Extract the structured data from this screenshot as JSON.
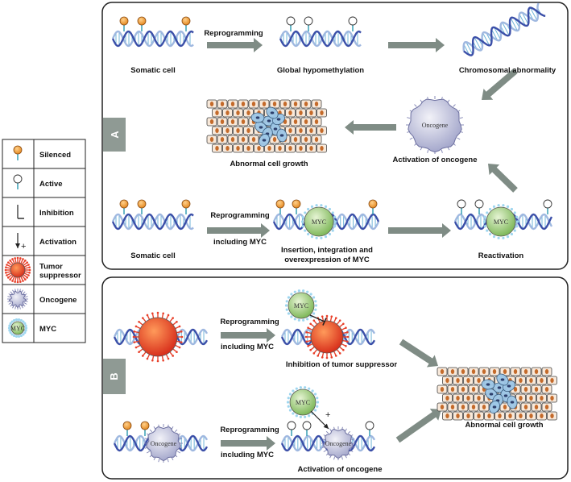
{
  "legend": {
    "items": [
      {
        "icon": "silenced-marker-icon",
        "label": "Silenced"
      },
      {
        "icon": "active-marker-icon",
        "label": "Active"
      },
      {
        "icon": "inhibition-icon",
        "label": "Inhibition"
      },
      {
        "icon": "activation-icon",
        "label": "Activation"
      },
      {
        "icon": "tumor-suppressor-icon",
        "label": "Tumor\nsuppressor"
      },
      {
        "icon": "oncogene-icon",
        "label": "Oncogene"
      },
      {
        "icon": "myc-icon",
        "label": "MYC"
      }
    ],
    "myc_icon_text": "MYC"
  },
  "panel_a": {
    "letter": "A",
    "row1": {
      "somatic": "Somatic cell",
      "reprogramming": "Reprogramming",
      "hypomethylation": "Global hypomethylation",
      "chromosomal": "Chromosomal abnormality"
    },
    "row2": {
      "abnormal": "Abnormal cell growth",
      "activation": "Activation of oncogene",
      "oncogene_text": "Oncogene"
    },
    "row3": {
      "somatic": "Somatic cell",
      "reprogramming_l1": "Reprogramming",
      "reprogramming_l2": "including MYC",
      "insertion_l1": "Insertion, integration and",
      "insertion_l2": "overexpression of MYC",
      "reactivation": "Reactivation",
      "myc_text": "MYC"
    }
  },
  "panel_b": {
    "letter": "B",
    "row1": {
      "reprogramming_l1": "Reprogramming",
      "reprogramming_l2": "including MYC",
      "inhibition": "Inhibition of tumor suppressor",
      "myc_text": "MYC"
    },
    "row2": {
      "reprogramming_l1": "Reprogramming",
      "reprogramming_l2": "including MYC",
      "activation": "Activation of oncogene",
      "oncogene_text": "Oncogene",
      "myc_text": "MYC"
    },
    "abnormal": "Abnormal cell growth"
  },
  "colors": {
    "dna_blue": "#3b4fa8",
    "dna_light": "#9fb8e0",
    "rung": "#6fb5d8",
    "silenced": "#f0a040",
    "arrow": "#7f8c85",
    "panel_tag": "#8f9a94",
    "tumor_red": "#e8402a",
    "myc_green": "#8cc06a",
    "oncogene_purple": "#b9bbd8",
    "cell_fill": "#f8e9da",
    "nucleus": "#c46a2a",
    "tumor_cell": "#9ec8e8"
  }
}
